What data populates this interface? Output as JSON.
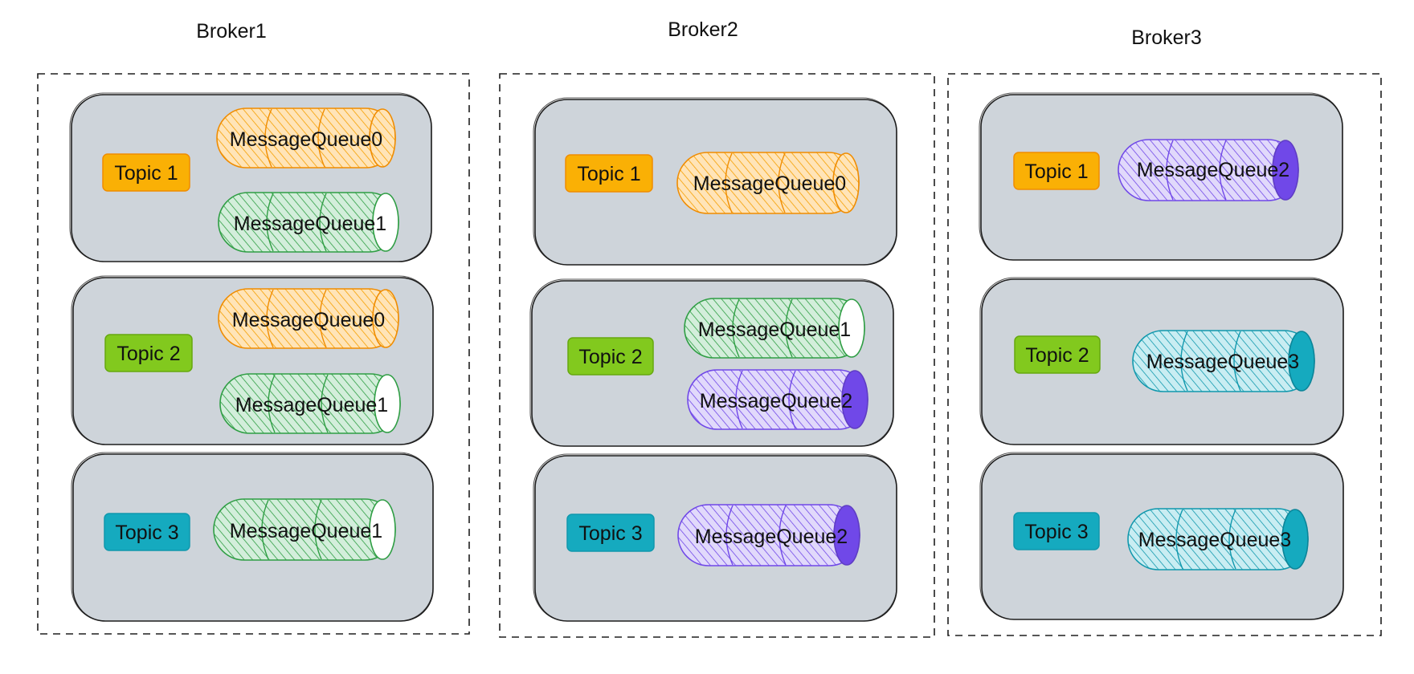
{
  "colors": {
    "orange": "#f59f00",
    "green": "#2f9e44",
    "purple": "#7048e8",
    "teal": "#15aabf",
    "group_fill": "#ced4da",
    "topic1_fill": "#fab005",
    "topic2_fill": "#82c91e",
    "topic3_fill": "#15aabf"
  },
  "brokers": [
    {
      "title": "Broker1",
      "topics": [
        {
          "label": "Topic 1",
          "color": "#fab005",
          "queues": [
            {
              "label": "MessageQueue0",
              "color": "orange",
              "cap": "hatched"
            },
            {
              "label": "MessageQueue1",
              "color": "green",
              "cap": "white"
            }
          ]
        },
        {
          "label": "Topic 2",
          "color": "#82c91e",
          "queues": [
            {
              "label": "MessageQueue0",
              "color": "orange",
              "cap": "hatched"
            },
            {
              "label": "MessageQueue1",
              "color": "green",
              "cap": "white"
            }
          ]
        },
        {
          "label": "Topic 3",
          "color": "#15aabf",
          "queues": [
            {
              "label": "MessageQueue1",
              "color": "green",
              "cap": "white"
            }
          ]
        }
      ]
    },
    {
      "title": "Broker2",
      "topics": [
        {
          "label": "Topic 1",
          "color": "#fab005",
          "queues": [
            {
              "label": "MessageQueue0",
              "color": "orange",
              "cap": "hatched"
            }
          ]
        },
        {
          "label": "Topic 2",
          "color": "#82c91e",
          "queues": [
            {
              "label": "MessageQueue1",
              "color": "green",
              "cap": "white"
            },
            {
              "label": "MessageQueue2",
              "color": "purple",
              "cap": "solid"
            }
          ]
        },
        {
          "label": "Topic 3",
          "color": "#15aabf",
          "queues": [
            {
              "label": "MessageQueue2",
              "color": "purple",
              "cap": "solid"
            }
          ]
        }
      ]
    },
    {
      "title": "Broker3",
      "topics": [
        {
          "label": "Topic 1",
          "color": "#fab005",
          "queues": [
            {
              "label": "MessageQueue2",
              "color": "purple",
              "cap": "solid"
            }
          ]
        },
        {
          "label": "Topic 2",
          "color": "#82c91e",
          "queues": [
            {
              "label": "MessageQueue3",
              "color": "teal",
              "cap": "solid"
            }
          ]
        },
        {
          "label": "Topic 3",
          "color": "#15aabf",
          "queues": [
            {
              "label": "MessageQueue3",
              "color": "teal",
              "cap": "solid"
            }
          ]
        }
      ]
    }
  ]
}
